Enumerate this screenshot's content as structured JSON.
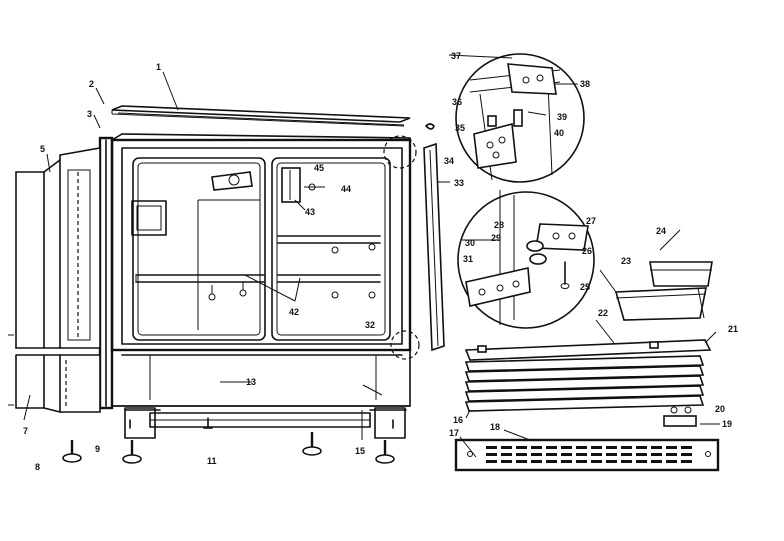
{
  "diagram": {
    "labels": {
      "p1": "1",
      "p2": "2",
      "p3": "3",
      "p5": "5",
      "p7": "7",
      "p8": "8",
      "p9": "9",
      "p11": "11",
      "p13": "13",
      "p15": "15",
      "p16": "16",
      "p17": "17",
      "p18": "18",
      "p19": "19",
      "p20": "20",
      "p21": "21",
      "p22": "22",
      "p23": "23",
      "p24": "24",
      "p25": "25",
      "p26": "26",
      "p27": "27",
      "p28": "28",
      "p29": "29",
      "p30": "30",
      "p31": "31",
      "p32": "32",
      "p33": "33",
      "p34": "34",
      "p35": "35",
      "p36": "36",
      "p37": "37",
      "p38": "38",
      "p39": "39",
      "p40": "40",
      "p42": "42",
      "p43": "43",
      "p44": "44",
      "p45": "45"
    }
  }
}
